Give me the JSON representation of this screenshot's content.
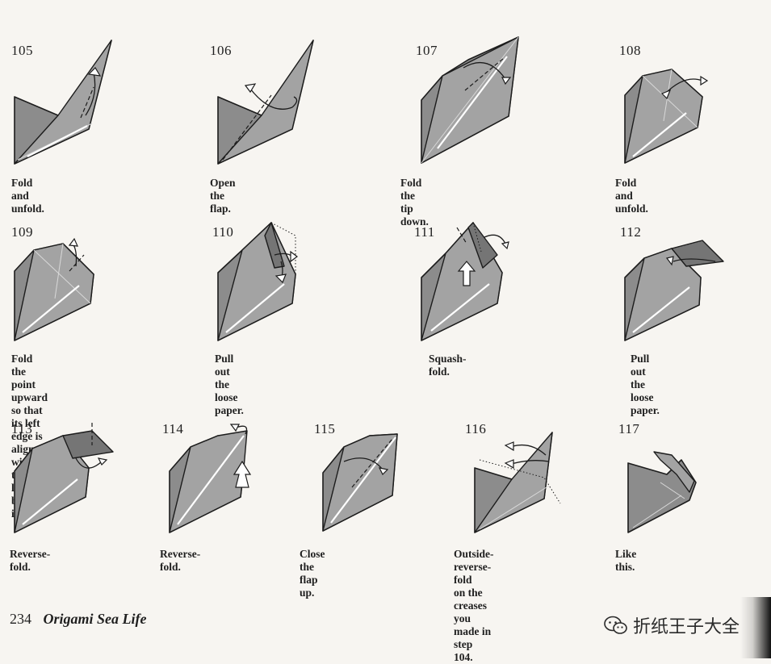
{
  "steps": [
    {
      "number": "105",
      "caption": "Fold and unfold."
    },
    {
      "number": "106",
      "caption": "Open the flap."
    },
    {
      "number": "107",
      "caption": "Fold the tip down."
    },
    {
      "number": "108",
      "caption": "Fold and unfold."
    },
    {
      "number": "109",
      "caption": "Fold the point upward\nso that its left edge is\naligned with the layer\nbehind it."
    },
    {
      "number": "110",
      "caption": "Pull out the\nloose paper."
    },
    {
      "number": "111",
      "caption": "Squash-fold."
    },
    {
      "number": "112",
      "caption": "Pull out the\nloose paper."
    },
    {
      "number": "113",
      "caption": "Reverse-fold."
    },
    {
      "number": "114",
      "caption": "Reverse-fold."
    },
    {
      "number": "115",
      "caption": "Close the flap up."
    },
    {
      "number": "116",
      "caption": "Outside-reverse-fold\non the creases you\nmade in step 104."
    },
    {
      "number": "117",
      "caption": "Like this."
    }
  ],
  "footer": {
    "page_number": "234",
    "book_title": "Origami Sea Life"
  },
  "watermark": {
    "text": "折纸王子大全"
  },
  "colors": {
    "paper": "#8c8c8c",
    "page": "#f7f5f1",
    "ink": "#1c1c1c"
  }
}
